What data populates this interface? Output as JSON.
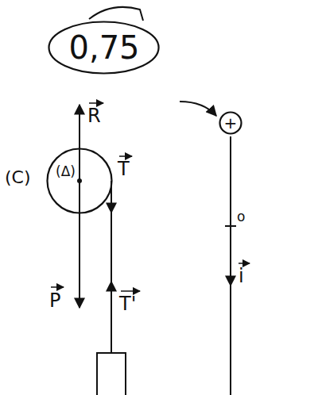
{
  "diagram": {
    "nodes": [
      {
        "text": [
          "0,75"
        ]
      },
      {
        "text": [
          "+"
        ]
      },
      {
        "text": [
          "(Δ)"
        ]
      }
    ],
    "labels": [
      "R",
      "(C)",
      "T",
      "P",
      "T'",
      "o",
      "i"
    ]
  }
}
